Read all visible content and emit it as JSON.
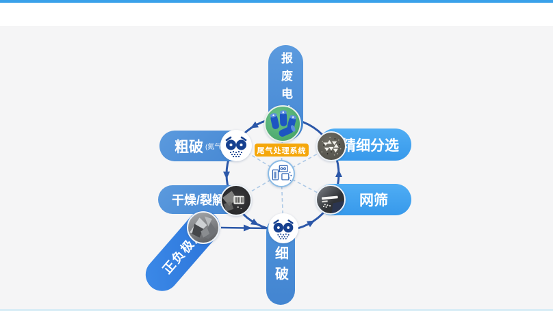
{
  "colors": {
    "accent_bar": "#3aa1ea",
    "background": "#f5f5f6",
    "ring": "#2b57a8",
    "pill_medium_blue": "#4a8fd8",
    "pill_light_blue": "#3da0ef",
    "pill_bright_blue": "#2d7ce4",
    "tag_orange": "#f5a70a",
    "battery_green": "#53b377",
    "icon_blue": "#16408f"
  },
  "diagram": {
    "tag": {
      "label": "尾气处理系统"
    },
    "nodes": [
      {
        "id": "scrap-battery",
        "label": "报废电池",
        "icon": "battery-photo-icon"
      },
      {
        "id": "coarse-crush",
        "label": "粗破",
        "sub_label": "(氮气保护)",
        "icon": "crusher-icon"
      },
      {
        "id": "fine-sorting",
        "label": "精细分选",
        "icon": "powder-photo-icon"
      },
      {
        "id": "dry-pyrolysis",
        "label": "干燥/裂解",
        "icon": "dryer-photo-icon"
      },
      {
        "id": "mesh-screen",
        "label": "网筛",
        "icon": "screen-photo-icon"
      },
      {
        "id": "fine-crush",
        "label": "细破",
        "icon": "crusher-icon"
      },
      {
        "id": "electrode-sheets",
        "label": "正负极片",
        "icon": "metal-shards-photo-icon"
      }
    ]
  }
}
